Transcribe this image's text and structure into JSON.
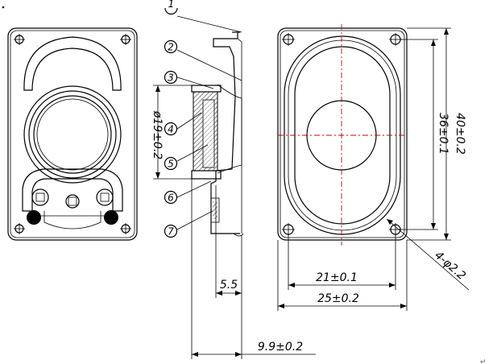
{
  "callouts": [
    "1",
    "2",
    "3",
    "4",
    "5",
    "6",
    "7"
  ],
  "dimensions": {
    "height_outer": "40±0.2",
    "height_holes": "36±0.1",
    "width_holes": "21±0.1",
    "width_outer": "25±0.2",
    "hole_callout": "4-φ2.2",
    "cone_diameter": "ø19±0.2",
    "depth_partial": "5.5",
    "depth_total": "9.9±0.2"
  },
  "colors": {
    "line": "#000000",
    "centerline": "#d00000",
    "hatch": "#555555"
  }
}
